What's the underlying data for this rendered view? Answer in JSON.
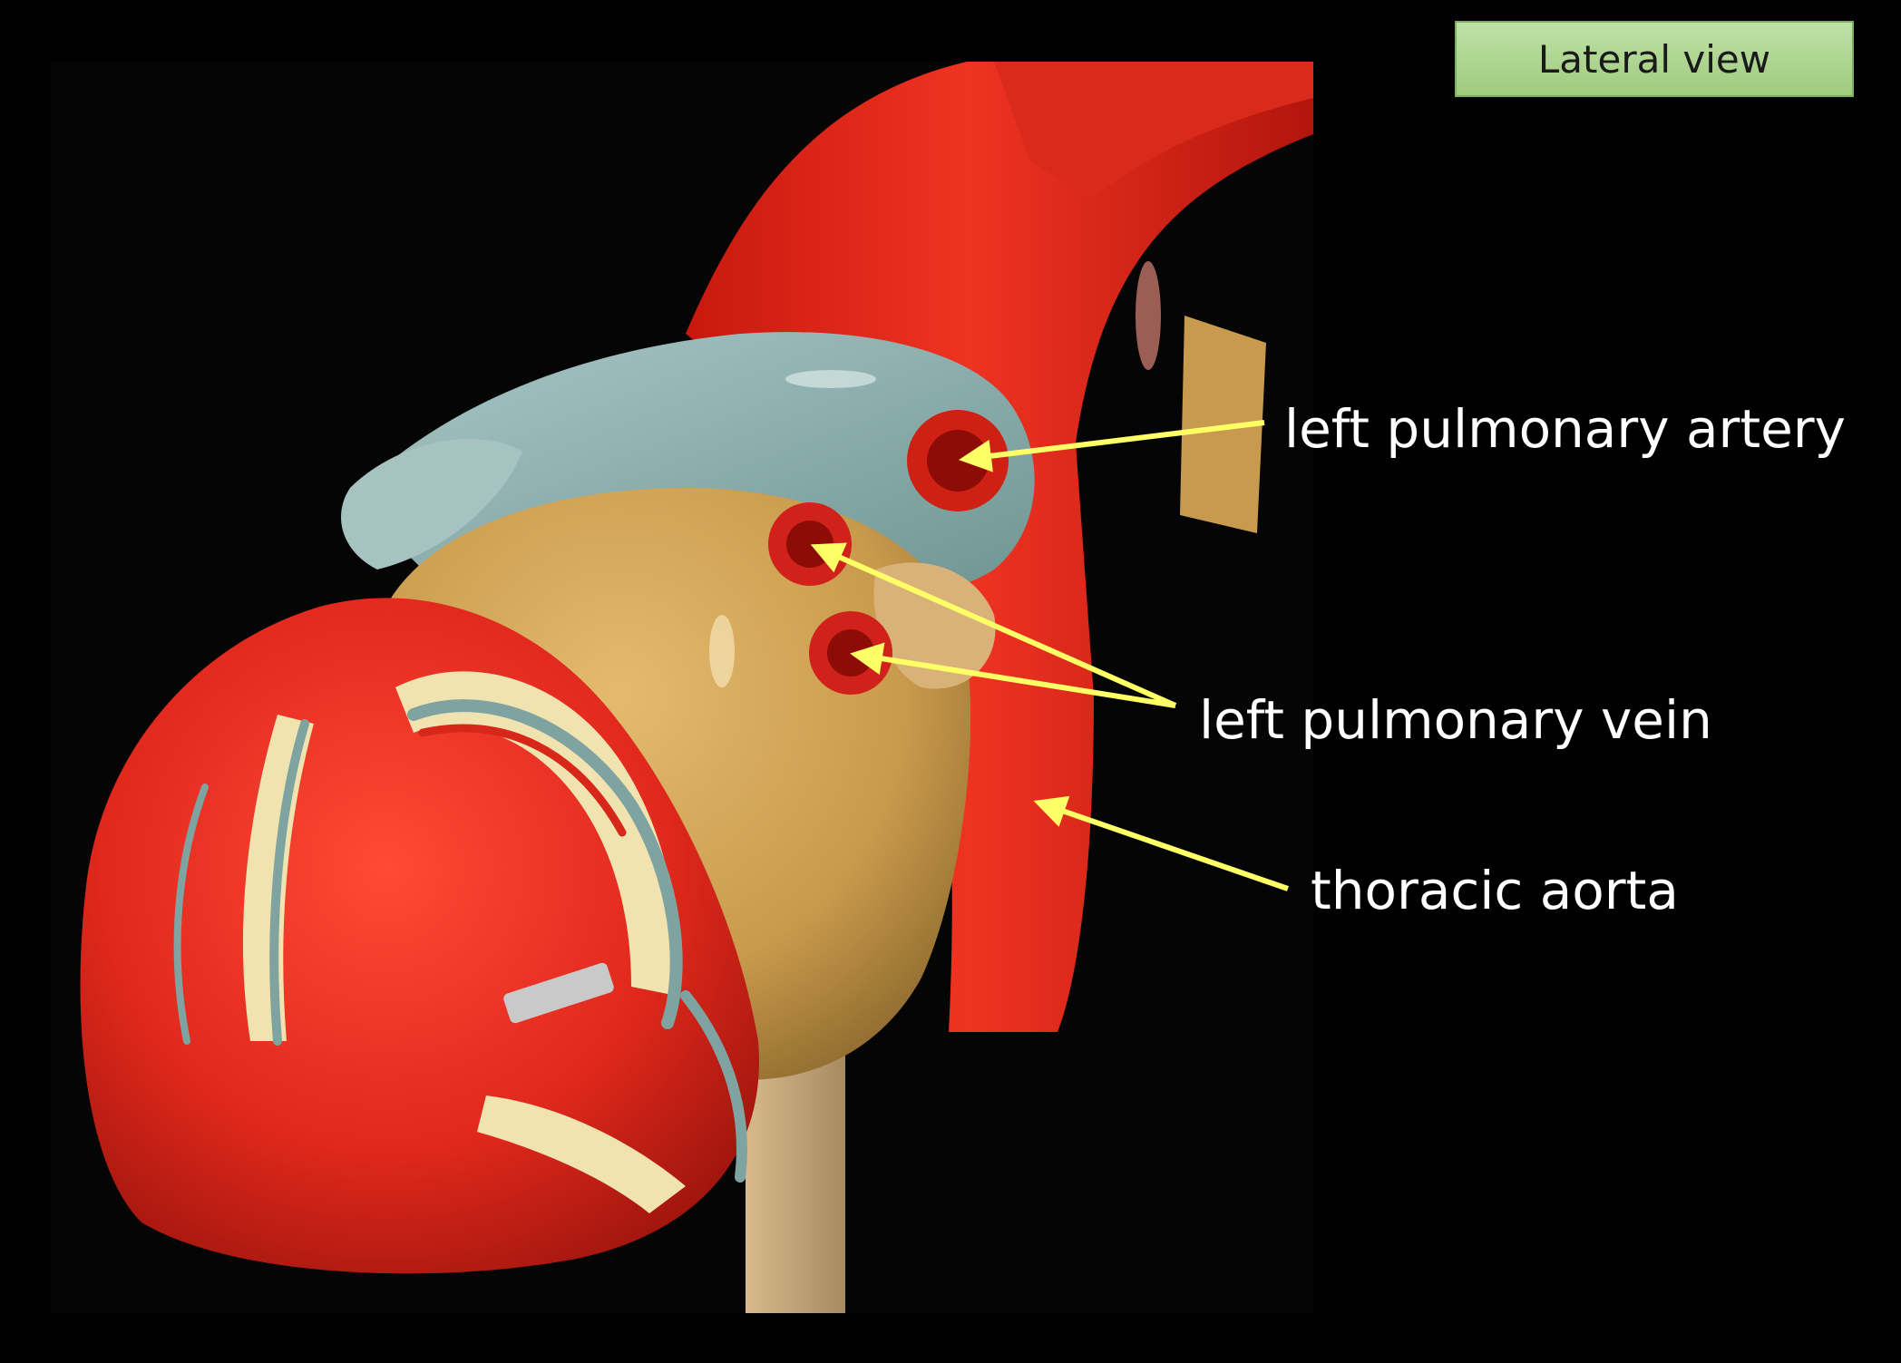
{
  "view_badge": {
    "text": "Lateral view",
    "color": "#a9d18e"
  },
  "callouts": [
    {
      "label": "left pulmonary artery"
    },
    {
      "label": "left pulmonary vein"
    },
    {
      "label": "thoracic aorta"
    }
  ],
  "colors": {
    "background": "#000000",
    "arrow": "#ffff66",
    "label_text": "#ffffff",
    "heart_red": "#e0281c",
    "pulmonary_blue": "#8fb3b2",
    "atrium_tan": "#c99a4c",
    "vessel_cream": "#f1e3b0"
  }
}
